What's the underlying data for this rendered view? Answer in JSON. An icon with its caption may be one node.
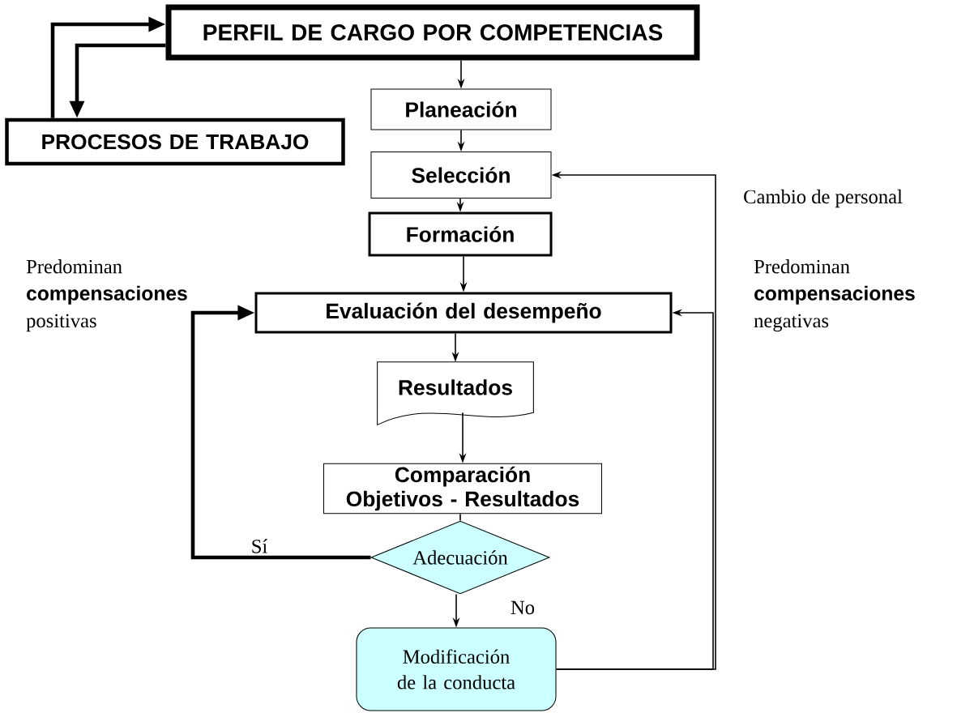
{
  "diagram": {
    "nodes": [
      {
        "text": [
          "PERFIL DE CARGO POR COMPETENCIAS"
        ]
      },
      {
        "text": [
          "PROCESOS DE TRABAJO"
        ]
      },
      {
        "text": [
          "Planeación"
        ]
      },
      {
        "text": [
          "Selección"
        ]
      },
      {
        "text": [
          "Formación"
        ]
      },
      {
        "text": [
          "Evaluación del desempeño"
        ]
      },
      {
        "text": [
          "Resultados"
        ]
      },
      {
        "text": [
          "Comparación Objetivos - Resultados"
        ]
      },
      {
        "text": [
          "Adecuación"
        ]
      },
      {
        "text": [
          "Modificación de la conducta"
        ]
      }
    ],
    "edges": [
      {
        "from": 1,
        "to": 0,
        "arrow": "to",
        "style": "thick"
      },
      {
        "from": 0,
        "to": 1,
        "arrow": "to",
        "style": "thick"
      },
      {
        "from": 0,
        "to": 2,
        "arrow": "to"
      },
      {
        "from": 2,
        "to": 3,
        "arrow": "to"
      },
      {
        "from": 3,
        "to": 4,
        "arrow": "to"
      },
      {
        "from": 4,
        "to": 5,
        "arrow": "to"
      },
      {
        "from": 5,
        "to": 6,
        "arrow": "to"
      },
      {
        "from": 6,
        "to": 7,
        "arrow": "to"
      },
      {
        "from": 7,
        "to": 8,
        "arrow": "none"
      },
      {
        "from": 8,
        "to": 5,
        "arrow": "to",
        "label": "Sí",
        "style": "thick"
      },
      {
        "from": 8,
        "to": 9,
        "arrow": "to",
        "label": "No"
      },
      {
        "from": 9,
        "to": 3,
        "arrow": "to"
      },
      {
        "from": 9,
        "to": 5,
        "arrow": "to"
      }
    ],
    "labels": [
      "Cambio de personal",
      "Predominan **compensaciones** positivas",
      "Predominan **compensaciones** negativas"
    ]
  }
}
